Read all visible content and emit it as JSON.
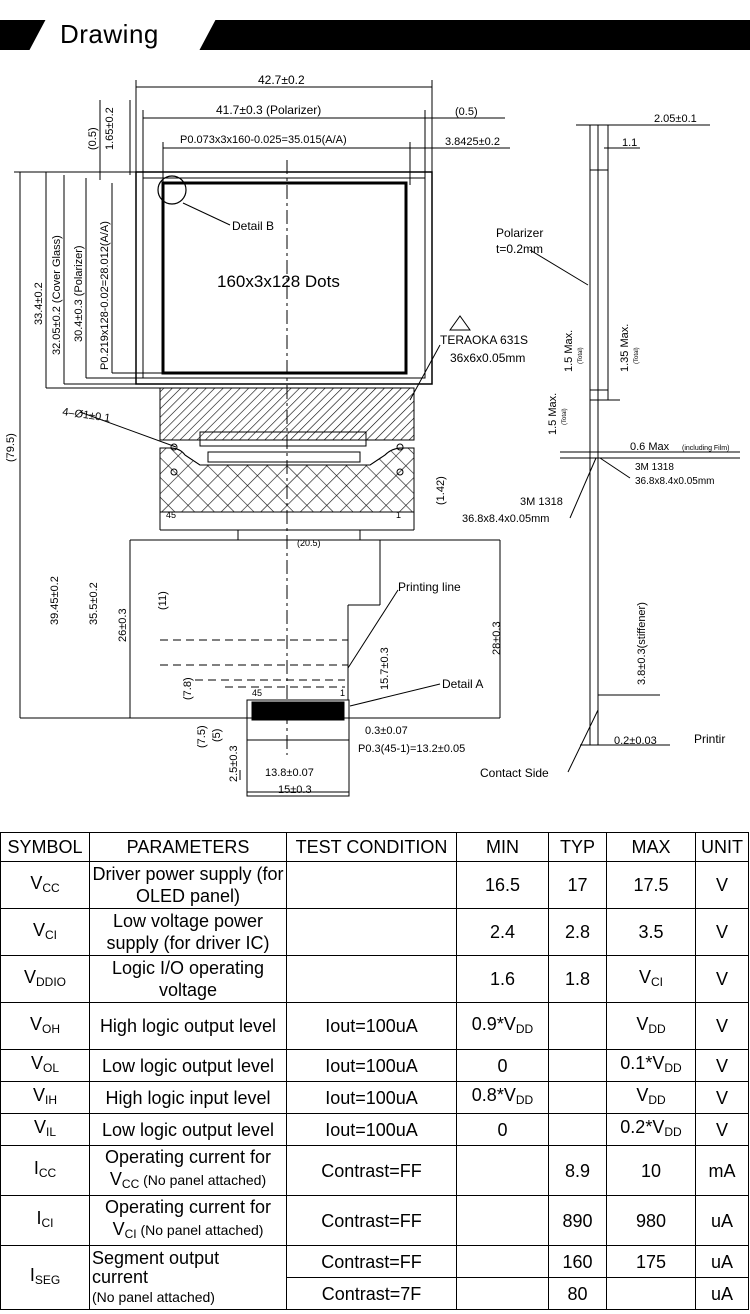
{
  "section": {
    "title": "Drawing"
  },
  "drawing": {
    "dims": {
      "overall_width": "42.7±0.2",
      "polarizer_width": "41.7±0.3 (Polarizer)",
      "aa_width": "P0.073x3x160-0.025=35.015(A/A)",
      "offset_05": "(0.5)",
      "offset_38425": "3.8425±0.2",
      "offset_165": "1.65±0.2",
      "left_05": "(0.5)",
      "h_334": "33.4±0.2",
      "h_3205": "32.05±0.2 (Cover Glass)",
      "h_304": "30.4±0.3 (Polarizer)",
      "h_aa": "P0.219x128-0.02=28.012(A/A)",
      "h_795": "(79.5)",
      "holes": "4–Ø1±0.1",
      "h_3945": "39.45±0.2",
      "h_355": "35.5±0.2",
      "h_26": "26±0.3",
      "h_11": "(11)",
      "h_78": "(7.8)",
      "h_75": "(7.5)",
      "h_5": "(5)",
      "h_25": "2.5±0.3",
      "w_138": "13.8±0.07",
      "w_15": "15±0.3",
      "w_205": "(20.5)",
      "h_142": "(1.42)",
      "h_28": "28±0.3",
      "h_157": "15.7±0.3",
      "pitch_03": "0.3±0.07",
      "pitch_total": "P0.3(45-1)=13.2±0.05",
      "pin45_top": "45",
      "pin1_top": "1",
      "pin45_bottom": "45",
      "pin1_bottom": "1",
      "side_205": "2.05±0.1",
      "side_11": "1.1",
      "side_15max": "1.5 Max.",
      "side_15max_note": "(Total)",
      "side_135max": "1.35 Max.",
      "side_135max_note": "(Total)",
      "side_15max_b": "1.5 Max.",
      "side_15max_b_note": "(Total)",
      "side_06max": "0.6 Max",
      "side_06max_note": "(including Film)",
      "side_38": "3.8±0.3(stiffener)",
      "side_02": "0.2±0.03"
    },
    "labels": {
      "dots": "160x3x128 Dots",
      "detail_b": "Detail B",
      "detail_a": "Detail A",
      "teraoka": "TERAOKA 631S",
      "teraoka_size": "36x6x0.05mm",
      "tape1": "3M 1318",
      "tape1_size": "36.8x8.4x0.05mm",
      "tape2": "3M 1318",
      "tape2_size": "36.8x8.4x0.05mm",
      "printing_line": "Printing line",
      "polarizer": "Polarizer",
      "polarizer_t": "t=0.2mm",
      "contact_side": "Contact Side",
      "printing_cut": "Printir"
    }
  },
  "table": {
    "headers": [
      "SYMBOL",
      "PARAMETERS",
      "TEST CONDITION",
      "MIN",
      "TYP",
      "MAX",
      "UNIT"
    ],
    "rows": [
      {
        "sym": "V",
        "sub": "CC",
        "param": "Driver power supply (for OLED panel)",
        "cond": "",
        "min": "16.5",
        "typ": "17",
        "max": "17.5",
        "unit": "V"
      },
      {
        "sym": "V",
        "sub": "CI",
        "param": "Low voltage power supply (for driver IC)",
        "cond": "",
        "min": "2.4",
        "typ": "2.8",
        "max": "3.5",
        "unit": "V"
      },
      {
        "sym": "V",
        "sub": "DDIO",
        "param": "Logic I/O operating voltage",
        "cond": "",
        "min": "1.6",
        "typ": "1.8",
        "max": "V",
        "max_sub": "CI",
        "unit": "V"
      },
      {
        "sym": "V",
        "sub": "OH",
        "param": "High logic output level",
        "cond": "Iout=100uA",
        "min": "0.9*V",
        "min_sub": "DD",
        "typ": "",
        "max": "V",
        "max_sub": "DD",
        "unit": "V"
      },
      {
        "sym": "V",
        "sub": "OL",
        "param": "Low logic output level",
        "cond": "Iout=100uA",
        "min": "0",
        "typ": "",
        "max": "0.1*V",
        "max_sub": "DD",
        "unit": "V"
      },
      {
        "sym": "V",
        "sub": "IH",
        "param": "High logic input level",
        "cond": "Iout=100uA",
        "min": "0.8*V",
        "min_sub": "DD",
        "typ": "",
        "max": "V",
        "max_sub": "DD",
        "unit": "V"
      },
      {
        "sym": "V",
        "sub": "IL",
        "param": "Low logic output level",
        "cond": "Iout=100uA",
        "min": "0",
        "typ": "",
        "max": "0.2*V",
        "max_sub": "DD",
        "unit": "V"
      },
      {
        "sym": "I",
        "sub": "CC",
        "param": "Operating current for",
        "param2a": "V",
        "param2sub": "CC",
        "param2b": " (No panel attached)",
        "cond": "Contrast=FF",
        "min": "",
        "typ": "8.9",
        "max": "10",
        "unit": "mA"
      },
      {
        "sym": "I",
        "sub": "CI",
        "param": "Operating current for",
        "param2a": "V",
        "param2sub": "CI",
        "param2b": " (No panel attached)",
        "cond": "Contrast=FF",
        "min": "",
        "typ": "890",
        "max": "980",
        "unit": "uA"
      }
    ],
    "iseg": {
      "sym": "I",
      "sub": "SEG",
      "param1": "Segment output",
      "param2": "current",
      "param3": "(No panel attached)",
      "cond1": "Contrast=FF",
      "typ1": "160",
      "max1": "175",
      "unit1": "uA",
      "cond2": "Contrast=7F",
      "typ2": "80",
      "max2": "",
      "unit2": "uA"
    }
  }
}
